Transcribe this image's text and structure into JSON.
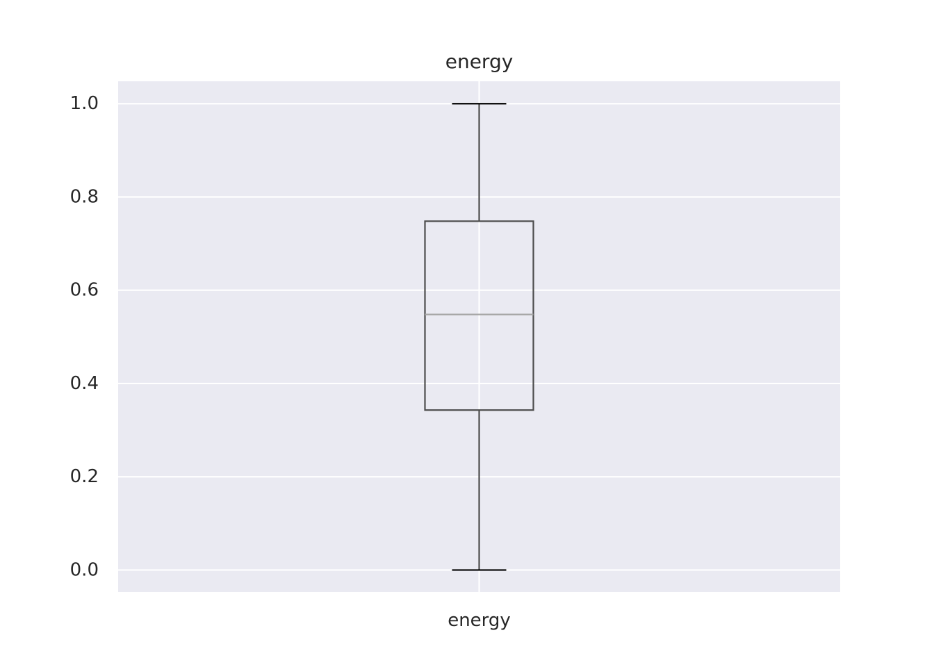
{
  "chart_data": {
    "type": "box",
    "title": "energy",
    "xlabel": "",
    "ylabel": "",
    "categories": [
      "energy"
    ],
    "boxes": [
      {
        "name": "energy",
        "whisker_low": 0.0,
        "q1": 0.343,
        "median": 0.548,
        "q3": 0.748,
        "whisker_high": 1.0
      }
    ],
    "ylim": [
      -0.047,
      1.048
    ],
    "yticks": [
      "0.0",
      "0.2",
      "0.4",
      "0.6",
      "0.8",
      "1.0"
    ],
    "grid": true,
    "legend": "none",
    "colors": {
      "plot_background": "#eaeaf2",
      "grid": "#ffffff",
      "box_edge": "#4c4c4c",
      "whisker": "#4c4c4c",
      "cap": "#000000",
      "median": "#a5a5a5",
      "text": "#262626"
    }
  }
}
